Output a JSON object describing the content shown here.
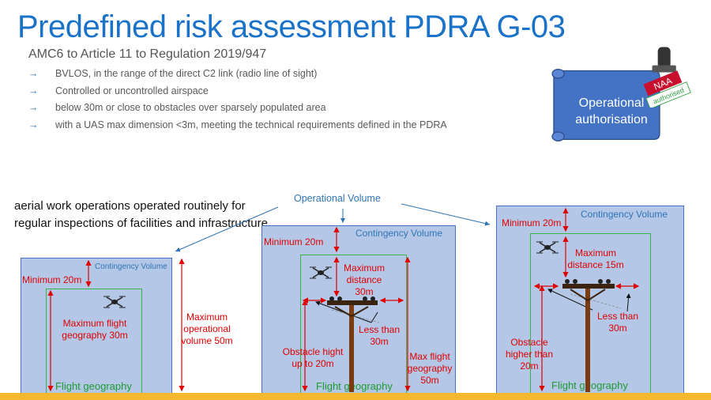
{
  "slide": {
    "title": "Predefined risk assessment PDRA G-03",
    "subtitle": "AMC6 to Article 11 to Regulation 2019/947",
    "bullets": [
      "BVLOS, in the range of the direct C2 link (radio line of sight)",
      "Controlled or uncontrolled airspace",
      "below 30m or close to obstacles over sparsely populated area",
      "with a UAS max dimension <3m, meeting the technical requirements defined in the PDRA"
    ],
    "bullet_glyph": "→",
    "description": "aerial work operations operated routinely for regular inspections of facilities and infrastructure",
    "operational_volume_label": "Operational Volume",
    "authorisation": {
      "scroll_text": "Operational authorisation",
      "stamp_top": "NAA",
      "stamp_bottom": "authorised",
      "stamp_color": "#c8102e",
      "scroll_color": "#4472c4"
    }
  },
  "panels": {
    "left": {
      "contingency": "Contingency Volume",
      "minimum": "Minimum 20m",
      "max_flight": "Maximum flight geography 30m",
      "max_operational": "Maximum operational volume 50m",
      "flight_geography": "Flight geography"
    },
    "middle": {
      "contingency": "Contingency Volume",
      "minimum": "Minimum 20m",
      "max_distance": "Maximum distance 30m",
      "less_than": "Less than 30m",
      "obstacle": "Obstacle hight up to 20m",
      "max_flight": "Max flight geography 50m",
      "flight_geography": "Flight geography"
    },
    "right": {
      "contingency": "Contingency Volume",
      "minimum": "Minimum 20m",
      "max_distance": "Maximum distance 15m",
      "less_than": "Less than 30m",
      "obstacle": "Obstacle higher than 20m",
      "flight_geography": "Flight geography"
    }
  },
  "colors": {
    "title": "#1a73c8",
    "panel_fill": "#b4c7e7",
    "panel_border": "#4472c4",
    "flight_geography_border": "#38b44a",
    "annotation_red": "#e00000",
    "accent_bar": "#f5b82e"
  },
  "icons": [
    "arrow-right-icon",
    "drone-icon",
    "power-pole-icon",
    "rubber-stamp-icon",
    "scroll-icon"
  ]
}
